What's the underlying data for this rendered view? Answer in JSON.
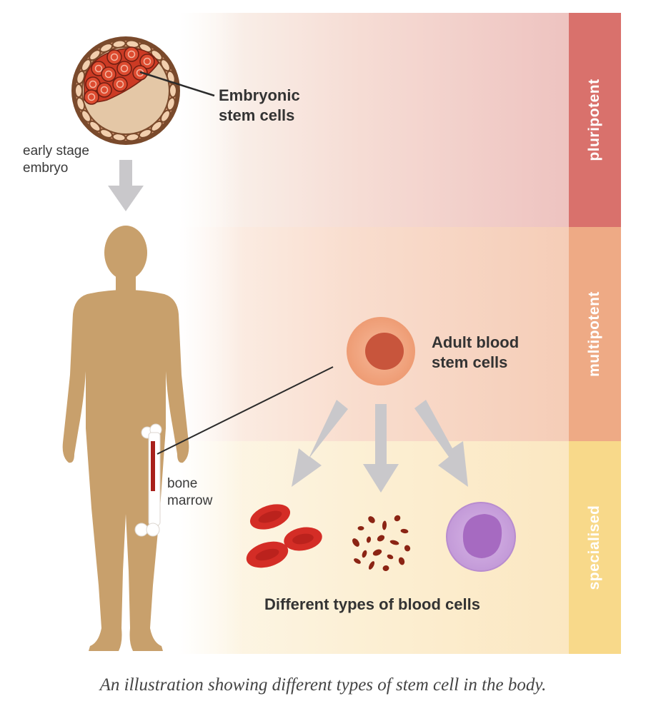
{
  "labels": {
    "embryonic_stem_cells": "Embryonic\nstem cells",
    "early_stage_embryo": "early stage\nembryo",
    "adult_blood_stem_cells": "Adult blood\nstem cells",
    "bone_marrow": "bone\nmarrow",
    "different_blood_cells": "Different types of blood cells"
  },
  "bands": [
    {
      "name": "pluripotent",
      "color": "#d9716c"
    },
    {
      "name": "multipotent",
      "color": "#eeaa85"
    },
    {
      "name": "specialised",
      "color": "#f8d98a"
    }
  ],
  "caption": "An illustration showing different types of stem cell in the body.",
  "colors": {
    "body": "#c8a06c",
    "arrow": "#c9c8cb",
    "red_blood_cell": "#d42d26",
    "platelet": "#8b2414",
    "white_blood_cell": "#a66ac1",
    "stem_cell_outer": "#f0a07a",
    "stem_cell_nucleus": "#c8553c"
  }
}
